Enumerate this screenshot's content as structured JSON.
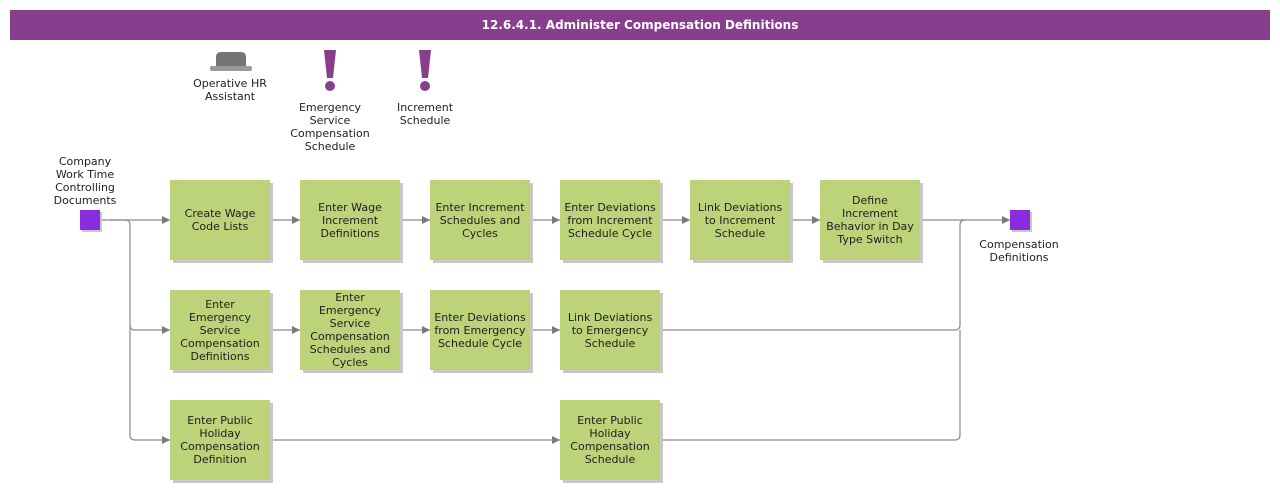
{
  "title": "12.6.4.1. Administer Compensation Definitions",
  "colors": {
    "header": "#873e8d",
    "box": "#bdd37a",
    "event": "#8a2be2",
    "exclamation": "#873e8d",
    "role": "#757575",
    "line": "#8a8a8a"
  },
  "roles": [
    {
      "label": "Operative HR\nAssistant",
      "icon": "role-hat-icon"
    }
  ],
  "documents": [
    {
      "label": "Emergency\nService\nCompensation\nSchedule",
      "icon": "exclamation-icon"
    },
    {
      "label": "Increment\nSchedule",
      "icon": "exclamation-icon"
    }
  ],
  "start_event": {
    "label": "Company\nWork Time\nControlling\nDocuments"
  },
  "end_event": {
    "label": "Compensation\nDefinitions"
  },
  "tasks": {
    "create_wage_code_lists": "Create Wage\nCode Lists",
    "enter_wage_increment_definitions": "Enter Wage\nIncrement\nDefinitions",
    "enter_increment_schedules_and_cycles": "Enter Increment\nSchedules and\nCycles",
    "enter_deviations_from_increment_schedule_cycle": "Enter Deviations\nfrom Increment\nSchedule Cycle",
    "link_deviations_to_increment_schedule": "Link Deviations\nto Increment\nSchedule",
    "define_increment_behavior": "Define\nIncrement\nBehavior in Day\nType Switch",
    "enter_emergency_service_compensation_definitions": "Enter\nEmergency\nService\nCompensation\nDefinitions",
    "enter_emergency_service_compensation_schedules": "Enter\nEmergency\nService\nCompensation\nSchedules and\nCycles",
    "enter_deviations_from_emergency_schedule_cycle": "Enter Deviations\nfrom Emergency\nSchedule Cycle",
    "link_deviations_to_emergency_schedule": "Link Deviations\nto Emergency\nSchedule",
    "enter_public_holiday_compensation_definition": "Enter Public\nHoliday\nCompensation\nDefinition",
    "enter_public_holiday_compensation_schedule": "Enter Public\nHoliday\nCompensation\nSchedule"
  }
}
